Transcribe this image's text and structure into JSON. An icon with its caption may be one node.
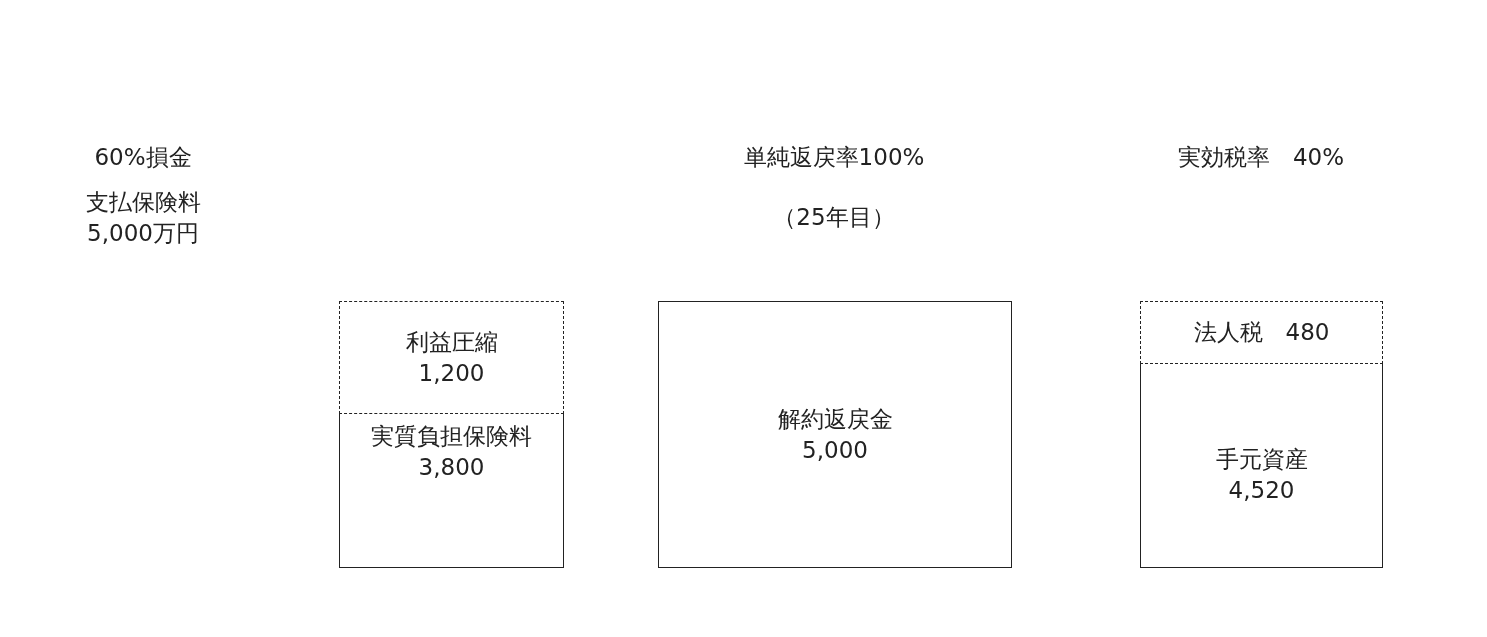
{
  "diagram": {
    "nodes": [
      {
        "text": [
          "利益圧縮 1,200"
        ]
      },
      {
        "text": [
          "実質負担保険料 3,800"
        ]
      },
      {
        "text": [
          "解約返戻金 5,000"
        ]
      },
      {
        "text": [
          "法人税　480"
        ]
      },
      {
        "text": [
          "手元資産 4,520"
        ]
      }
    ],
    "labels": [
      "60%損金",
      "支払保険料",
      "5,000万円",
      "単純返戻率100%",
      "（25年目）",
      "実効税率　40%"
    ]
  }
}
